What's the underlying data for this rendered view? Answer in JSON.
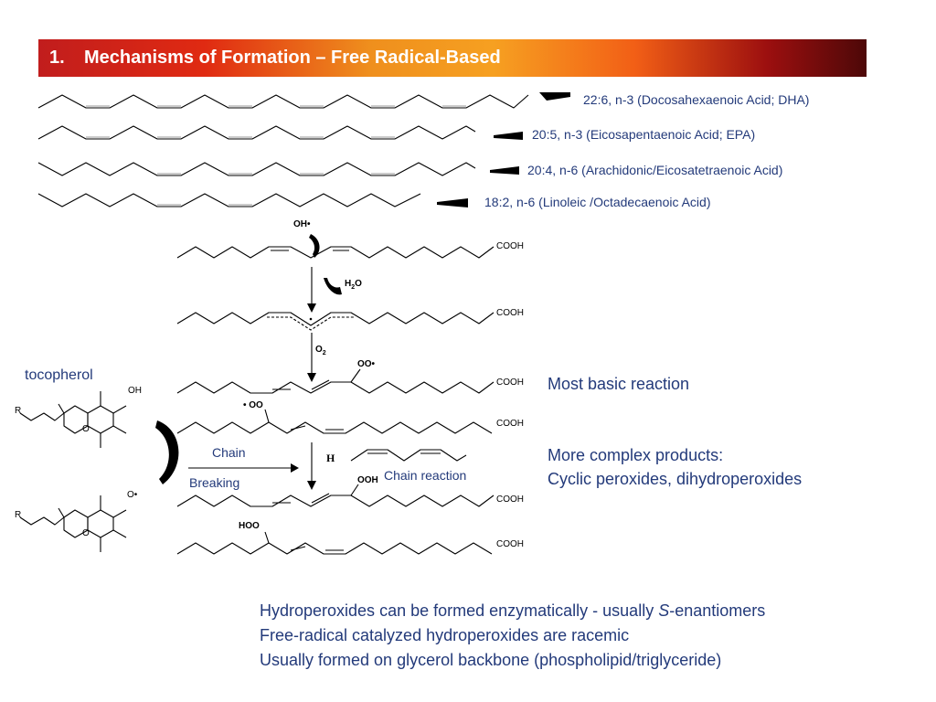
{
  "title": {
    "number": "1.",
    "text": "Mechanisms of Formation – Free Radical-Based"
  },
  "acids": [
    {
      "label": "22:6, n-3  (Docosahexaenoic Acid; DHA)"
    },
    {
      "label": "20:5, n-3 (Eicosapentaenoic  Acid; EPA)"
    },
    {
      "label": "20:4, n-6 (Arachidonic/Eicosatetraenoic Acid)"
    },
    {
      "label": "18:2, n-6 (Linoleic /Octadecaenoic Acid)"
    }
  ],
  "molecule_labels": {
    "oh_radical": "OH•",
    "water_h": "H",
    "water_sub": "2",
    "water_o": "O",
    "oxygen_o": "O",
    "oxygen_sub": "2",
    "peroxyl_1": "OO•",
    "peroxyl_2": "• OO",
    "cooh": "COOH",
    "hydroperoxide_1": "OOH",
    "hydroperoxide_2": "HOO",
    "h_atom": "H",
    "toco_oh": "OH",
    "toco_r": "R",
    "toco_o": "O",
    "toco_radical": "O•"
  },
  "diagram_labels": {
    "tocopherol": "tocopherol",
    "chain": "Chain",
    "breaking": "Breaking",
    "chain_reaction": "Chain reaction"
  },
  "notes": {
    "basic": "Most basic reaction",
    "complex_1": "More complex  products:",
    "complex_2": "Cyclic peroxides, dihydroperoxides"
  },
  "bottom": {
    "line1_pre": "Hydroperoxides can be formed enzymatically - usually ",
    "line1_italic": "S",
    "line1_post": "-enantiomers",
    "line2": "Free-radical catalyzed hydroperoxides are racemic",
    "line3": "Usually formed on glycerol backbone (phospholipid/triglyceride)"
  }
}
